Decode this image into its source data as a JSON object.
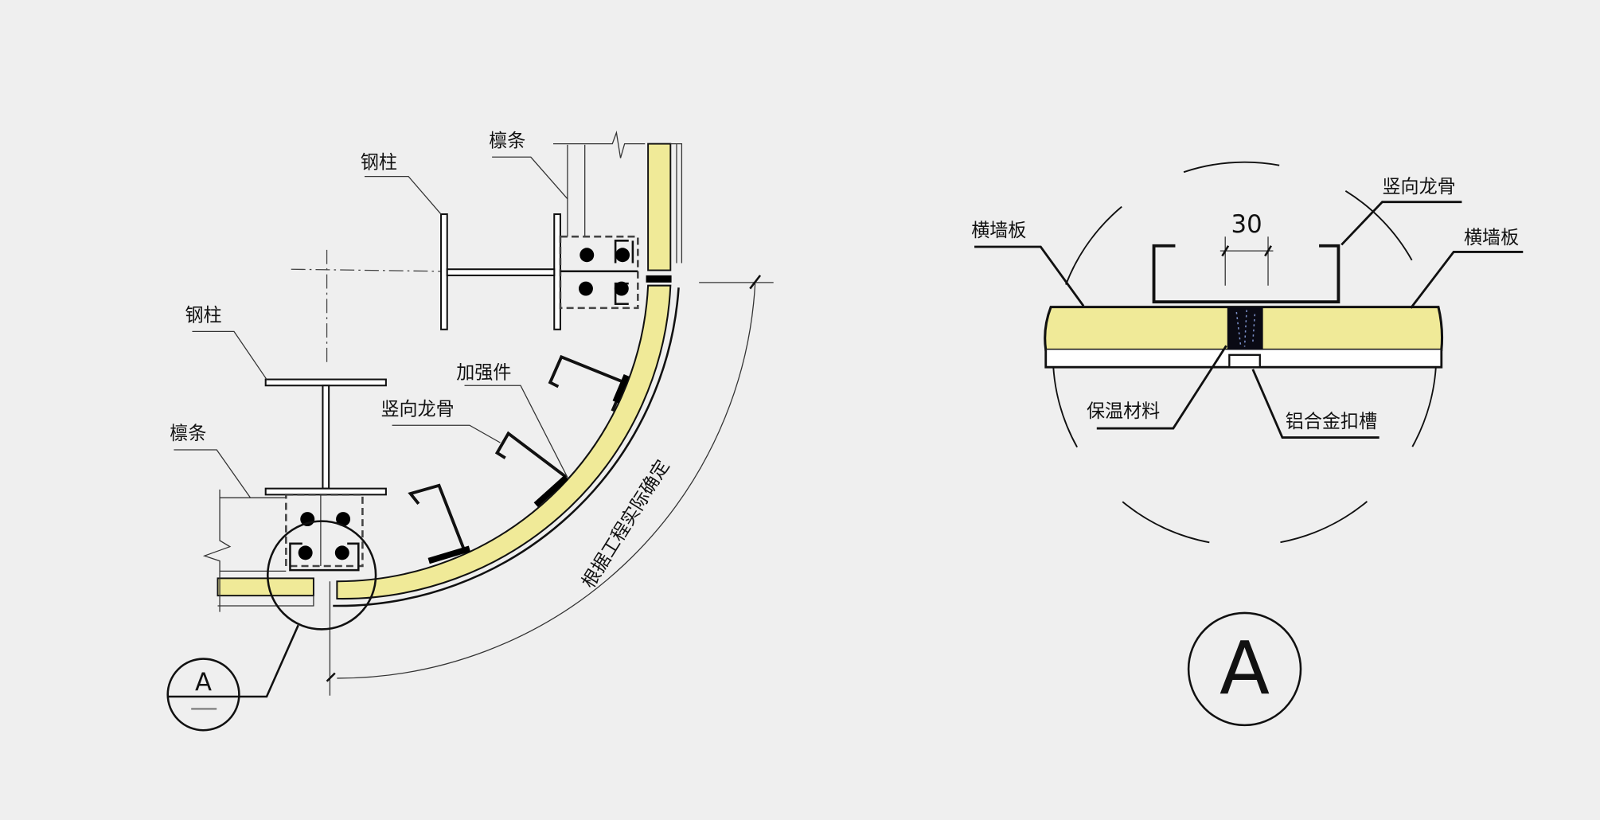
{
  "colors": {
    "background": "#efefef",
    "panel_fill": "#f0ea98",
    "line": "#111111"
  },
  "main_section": {
    "labels": {
      "purlin_top": "檩条",
      "steel_column_top": "钢柱",
      "steel_column_left": "钢柱",
      "reinforcement": "加强件",
      "vertical_keel": "竖向龙骨",
      "purlin_left": "檩条",
      "dimension_note": "根据工程实际确定"
    },
    "detail_marker": "A"
  },
  "detail_A": {
    "title": "A",
    "dimension": "30",
    "labels": {
      "wall_panel_left": "横墙板",
      "vertical_keel": "竖向龙骨",
      "wall_panel_right": "横墙板",
      "insulation": "保温材料",
      "aluminum_slot": "铝合金扣槽"
    }
  }
}
